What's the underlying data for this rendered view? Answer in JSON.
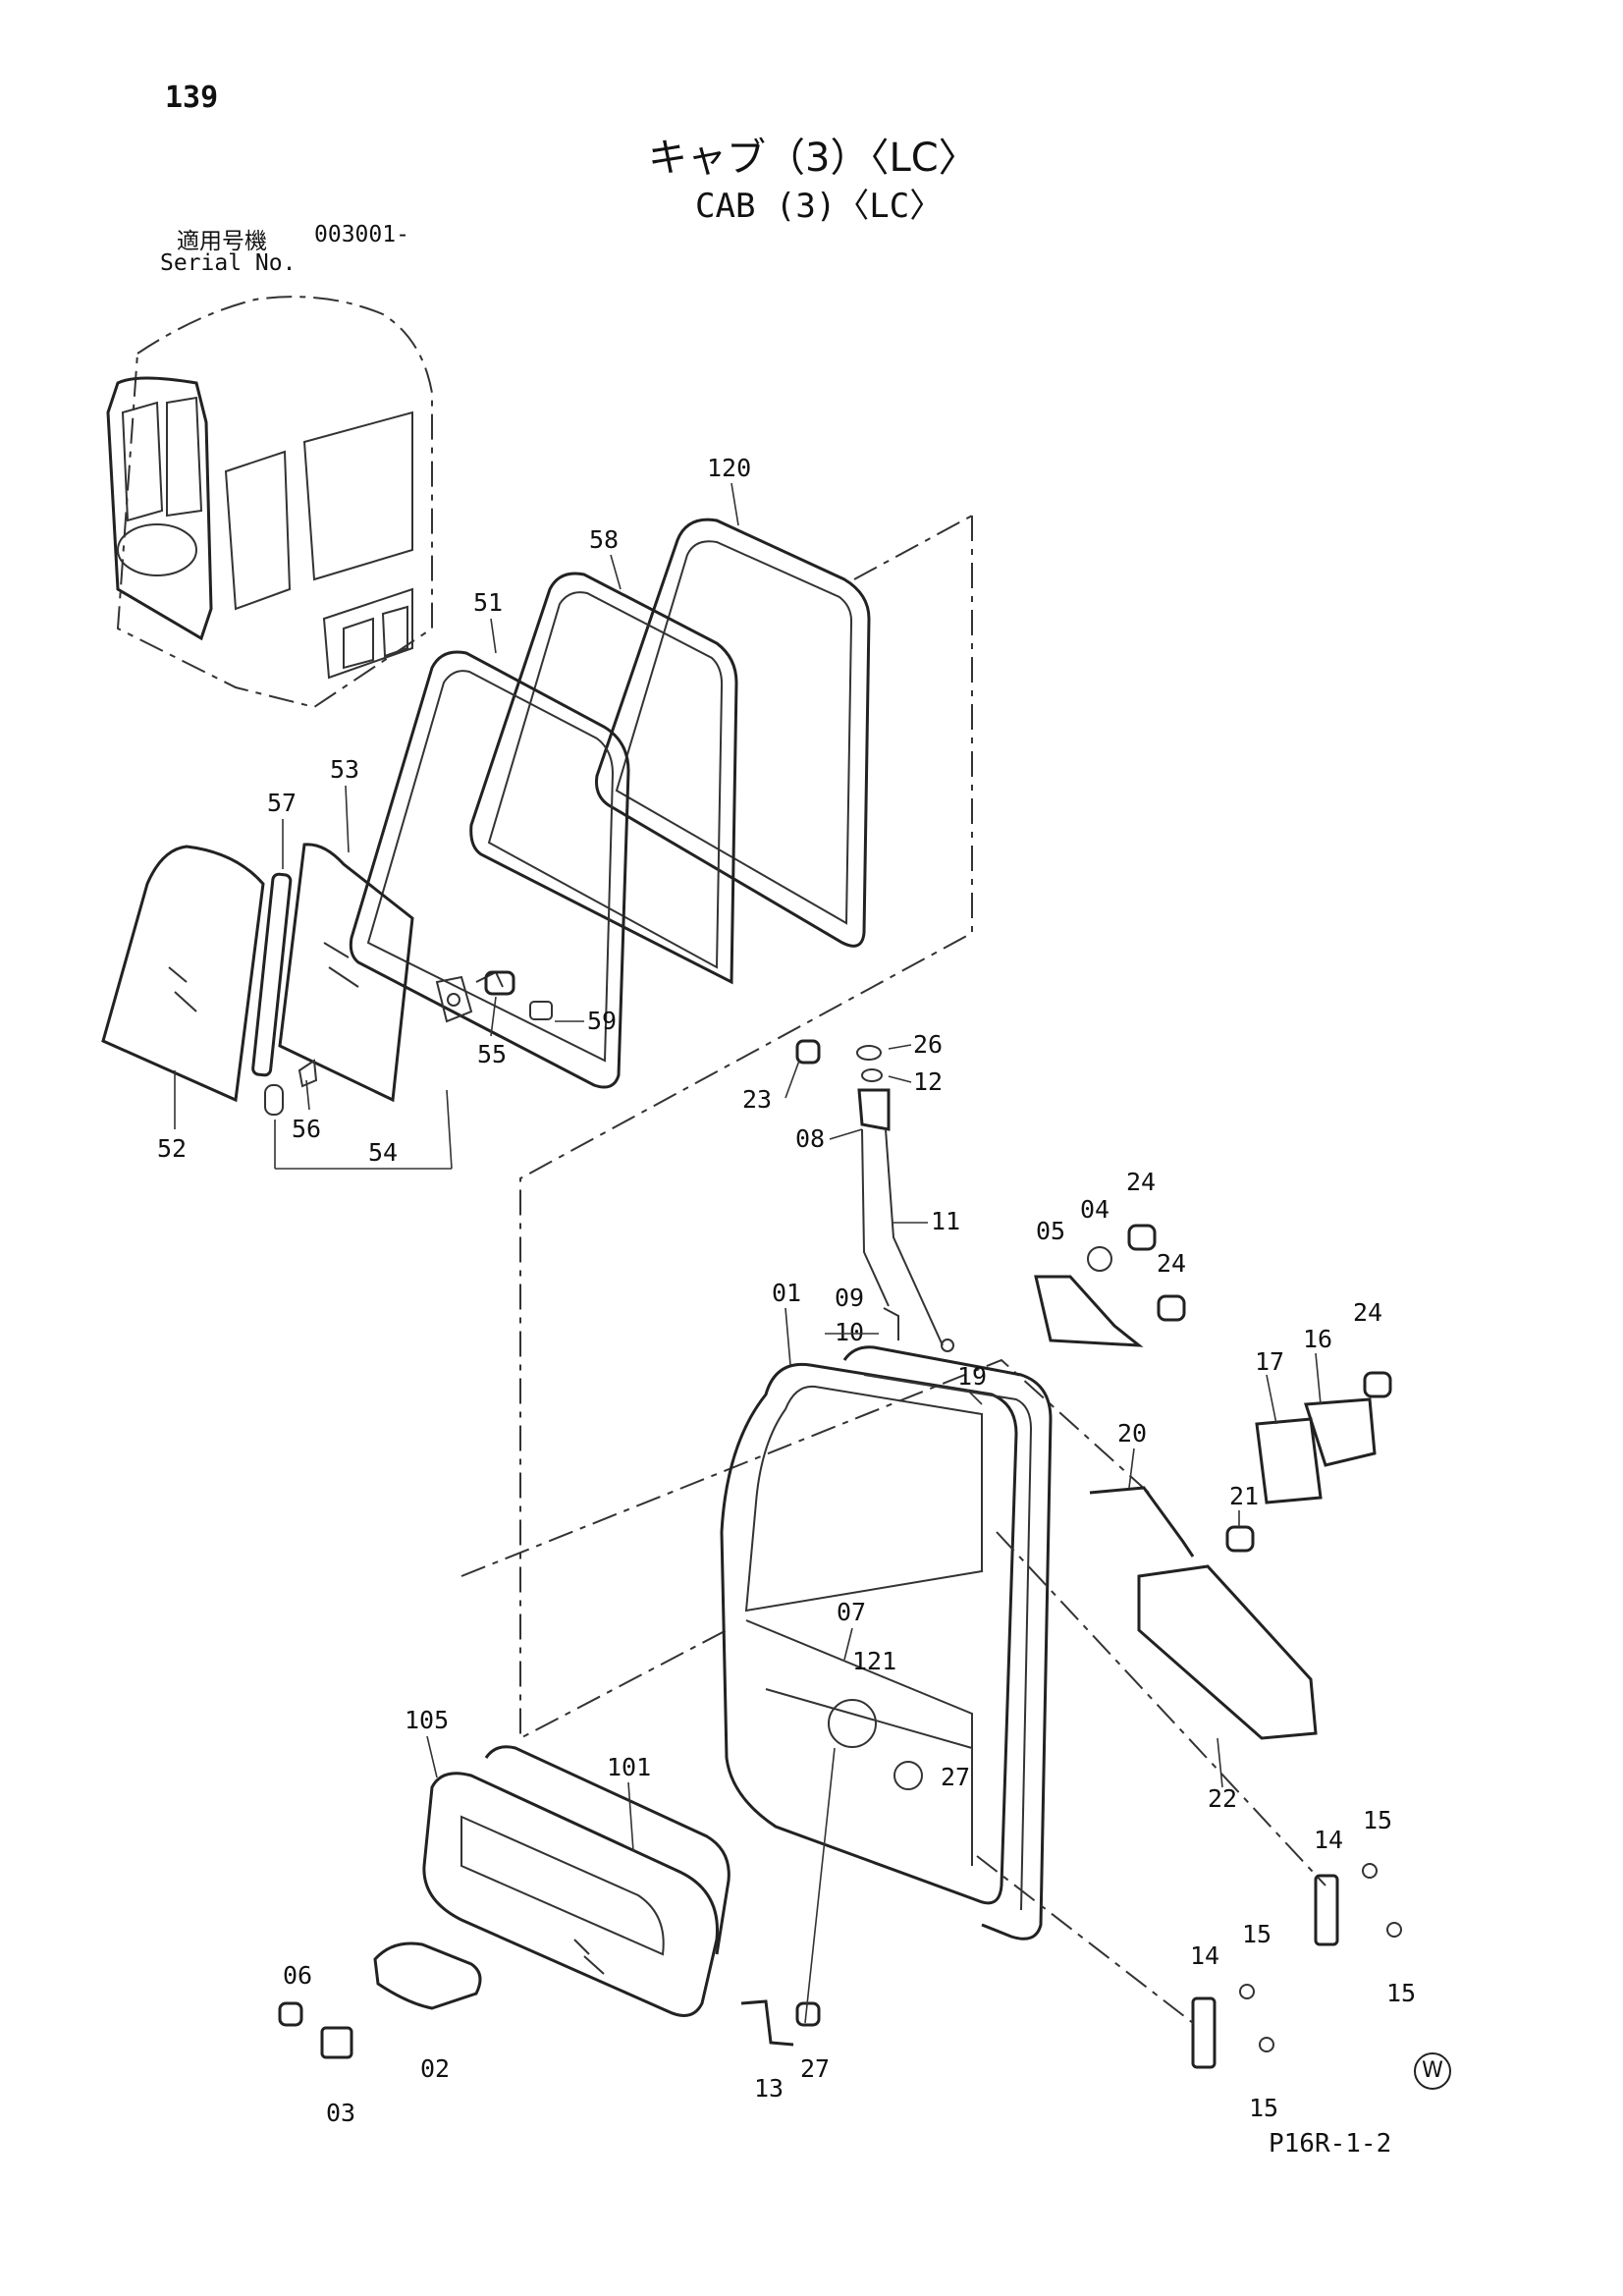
{
  "page": {
    "number": "139",
    "title_jp": "キャブ（3）〈LC〉",
    "title_en": "CAB (3)〈LC〉",
    "serial_label_jp": "適用号機",
    "serial_value": "003001-",
    "serial_label_en": "Serial No.",
    "footer_code": "P16R-1-2",
    "corner_mark": "W"
  },
  "part_labels": {
    "p120": "120",
    "p58": "58",
    "p51": "51",
    "p53": "53",
    "p57": "57",
    "p52": "52",
    "p56": "56",
    "p54": "54",
    "p55": "55",
    "p59": "59",
    "p26": "26",
    "p12": "12",
    "p23": "23",
    "p08": "08",
    "p11": "11",
    "p09": "09",
    "p10": "10",
    "p01": "01",
    "p19": "19",
    "p05": "05",
    "p04": "04",
    "p24a": "24",
    "p24b": "24",
    "p24c": "24",
    "p17": "17",
    "p16": "16",
    "p20": "20",
    "p21": "21",
    "p07": "07",
    "p121": "121",
    "p27a": "27",
    "p22": "22",
    "p105": "105",
    "p101": "101",
    "p06": "06",
    "p02": "02",
    "p03": "03",
    "p13": "13",
    "p27b": "27",
    "p14a": "14",
    "p15a": "15",
    "p15b": "15",
    "p14b": "14",
    "p15c": "15",
    "p15d": "15"
  }
}
